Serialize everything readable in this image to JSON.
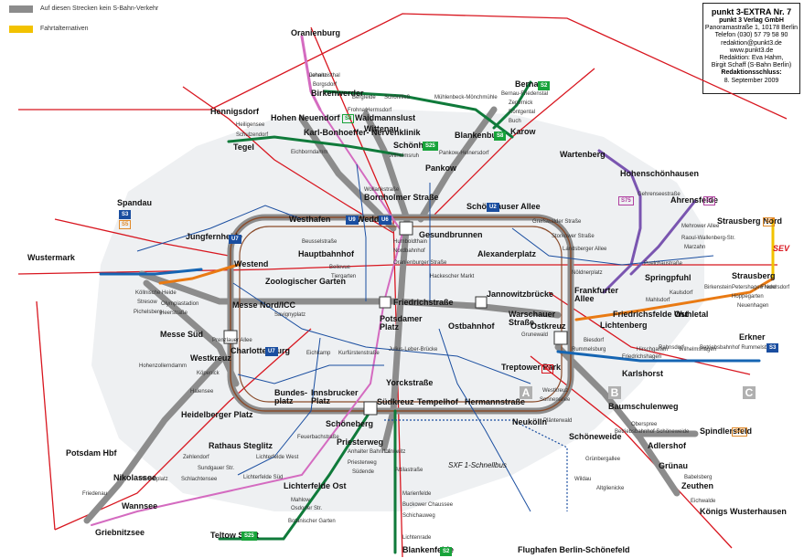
{
  "legend": {
    "no_sbahn": "Auf diesen Strecken kein S-Bahn-Verkehr",
    "alternatives": "Fahrtalternativen"
  },
  "info": {
    "title": "punkt 3-EXTRA Nr. 7",
    "publisher": "punkt 3 Verlag GmbH",
    "address": "Panoramastraße 1, 10178 Berlin",
    "phone": "Telefon (030) 57 79 58 90",
    "email": "redaktion@punkt3.de",
    "web": "www.punkt3.de",
    "editors1": "Redaktion: Eva Hahm,",
    "editors2": "Birgit Schaff (S-Bahn Berlin)",
    "deadline_label": "Redaktionsschluss:",
    "deadline": "8. September 2009"
  },
  "sections": [
    "A",
    "B",
    "C"
  ],
  "colors": {
    "closed": "#8c8c8c",
    "alternative": "#f2c200",
    "ring": "#8a4b2a",
    "s1": "#d46bc0",
    "s2": "#0f7a3a",
    "s25": "#0f7a3a",
    "s3": "#1565b3",
    "s5": "#e97a13",
    "s7": "#7a55b0",
    "s8": "#3aa53a",
    "s75": "#7a55b0",
    "s9": "#8a1f2c",
    "s45": "#b0a06a",
    "regional": "#d8161f",
    "u": "#1a4ea0"
  },
  "stations_major": {
    "oranienburg": "Oranienburg",
    "birkenwerder": "Birkenwerder",
    "hohen_neuendorf": "Hohen Neuendorf",
    "hennigsdorf": "Hennigsdorf",
    "tegel": "Tegel",
    "waidmannslust": "Waidmannslust",
    "wittenau": "Wittenau",
    "karl_bonhoeffer": "Karl-Bonhoeffer-\nNervenklinik",
    "schoenholz": "Schönholz",
    "pankow": "Pankow",
    "blankenburg": "Blankenburg",
    "bernau": "Bernau",
    "karow": "Karow",
    "wartenberg": "Wartenberg",
    "hohenschoenhausen": "Hohenschönhausen",
    "ahrensfelde": "Ahrensfelde",
    "strausberg_nord": "Strausberg Nord",
    "strausberg": "Strausberg",
    "spandau": "Spandau",
    "jungfernheide": "Jungfernheide",
    "westhafen": "Westhafen",
    "wedding": "Wedding",
    "gesundbrunnen": "Gesundbrunnen",
    "schoenhauser_allee": "Schönhauser Allee",
    "bornholmer": "Bornholmer Straße",
    "wustermark": "Wustermark",
    "westend": "Westend",
    "messe_nord": "Messe Nord/ICC",
    "zoo": "Zoologischer Garten",
    "hauptbahnhof": "Hauptbahnhof",
    "friedrichstrasse": "Friedrichstraße",
    "alexanderplatz": "Alexanderplatz",
    "jannowitz": "Jannowitzbrücke",
    "ostbahnhof": "Ostbahnhof",
    "warschauer": "Warschauer\nStraße",
    "ostkreuz": "Ostkreuz",
    "frankfurter_allee": "Frankfurter\nAllee",
    "springpfuhl": "Springpfuhl",
    "lichtenberg": "Lichtenberg",
    "friedrichsfelde_ost": "Friedrichsfelde Ost",
    "wuhletal": "Wuhletal",
    "erkner": "Erkner",
    "messe_sued": "Messe Süd",
    "westkreuz": "Westkreuz",
    "charlottenburg": "Charlottenburg",
    "potsdamer_platz": "Potsdamer\nPlatz",
    "yorckstrasse": "Yorckstraße",
    "suedkreuz": "Südkreuz",
    "tempelhof": "Tempelhof",
    "hermannstrasse": "Hermannstraße",
    "neukoelln": "Neukölln",
    "treptower_park": "Treptower Park",
    "heidelberger_platz": "Heidelberger Platz",
    "bundesplatz": "Bundes-\nplatz",
    "innsbrucker": "Innsbrucker\nPlatz",
    "schoeneberg": "Schöneberg",
    "priesterweg": "Priesterweg",
    "rathaus_steglitz": "Rathaus Steglitz",
    "lichterfelde_ost": "Lichterfelde Ost",
    "teltow_stadt": "Teltow Stadt",
    "nikolassee": "Nikolassee",
    "wannsee": "Wannsee",
    "griebnitzsee": "Griebnitzsee",
    "potsdam": "Potsdam Hbf",
    "karlshorst": "Karlshorst",
    "baumschulenweg": "Baumschulenweg",
    "schoeneweide": "Schöneweide",
    "spindlersfeld": "Spindlersfeld",
    "adlershof": "Adlershof",
    "gruenau": "Grünau",
    "zeuthen": "Zeuthen",
    "koenigs_wusterhausen": "Königs Wusterhausen",
    "blankenfelde": "Blankenfelde",
    "flughafen": "Flughafen Berlin-Schönefeld",
    "sxf": "SXF 1-Schnellbus",
    "sev": "SEV"
  },
  "stations_minor": [
    "Lehnitz",
    "Borgsdorf",
    "Bergfelde",
    "Schönfließ",
    "Mühlenbeck-Mönchmühle",
    "Heiligensee",
    "Schulzendorf",
    "Eichborndamm",
    "Wilhelmsruh",
    "Frohnau",
    "Hermsdorf",
    "Röntgental",
    "Zepernick",
    "Bernau-Friedenstal",
    "Buch",
    "Pankow-Heinersdorf",
    "Wollankstraße",
    "Humboldthain",
    "Nordbahnhof",
    "Oranienburger Straße",
    "Hackescher Markt",
    "Bellevue",
    "Tiergarten",
    "Savignyplatz",
    "Beusselstraße",
    "Gehrenseestraße",
    "Mehrower Allee",
    "Raoul-Wallenberg-Str.",
    "Marzahn",
    "Poelchaustraße",
    "Hoppegarten",
    "Neuenhagen",
    "Fredersdorf",
    "Petershagen Nord",
    "Birkenstein",
    "Kaulsdorf",
    "Mahlsdorf",
    "Biesdorf",
    "Rummelsburg",
    "Betriebsbahnhof Rummelsburg",
    "Wilhelmshagen",
    "Rahnsdorf",
    "Hirschgarten",
    "Friedrichshagen",
    "Köpenick",
    "Halensee",
    "Hohenzollerndamm",
    "Grunewald",
    "Nöldnerplatz",
    "Landsberger Allee",
    "Storkower Straße",
    "Greifswalder Straße",
    "Prenzlauer Allee",
    "Westkreuz",
    "Sonnenallee",
    "Plänterwald",
    "Köllnische Heide",
    "Stresow",
    "Pichelsberg",
    "Olympiastadion",
    "Heerstraße",
    "Eichkamp",
    "Kurfürstenstraße",
    "Julius-Leber-Brücke",
    "Anhalter Bahnhof",
    "Priesterweg",
    "Südende",
    "Lankwitz",
    "Attilastraße",
    "Marienfelde",
    "Buckower Chaussee",
    "Schichauweg",
    "Lichtenrade",
    "Mahlow",
    "Osdorfer Str.",
    "Lichterfelde Süd",
    "Botanischer Garten",
    "Lichterfelde West",
    "Sundgauer Str.",
    "Zehlendorf",
    "Mexikoplatz",
    "Schlachtensee",
    "Feuerbachstraße",
    "Friedenau",
    "Babelsberg",
    "Eichwalde",
    "Wildau",
    "Altglienicke",
    "Grünbergallee",
    "Betriebsbahnhof Schöneweide",
    "Oberspree",
    "Johannisthal"
  ]
}
